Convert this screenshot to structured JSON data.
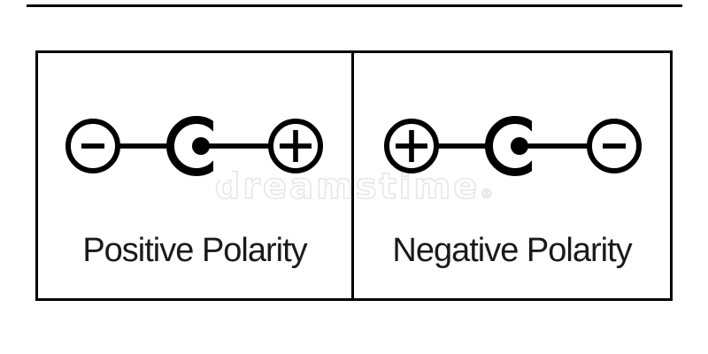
{
  "colors": {
    "ink": "#000000",
    "label_text": "#1a1a1a",
    "background": "#ffffff",
    "watermark": "#e7e7e7"
  },
  "watermark": {
    "text": "dreamstime",
    "suffix": "®"
  },
  "panels": [
    {
      "label": "Positive Polarity",
      "left_terminal": "minus",
      "connector": "barrel-jack-center-pin",
      "right_terminal": "plus"
    },
    {
      "label": "Negative Polarity",
      "left_terminal": "plus",
      "connector": "barrel-jack-center-pin",
      "right_terminal": "minus"
    }
  ]
}
